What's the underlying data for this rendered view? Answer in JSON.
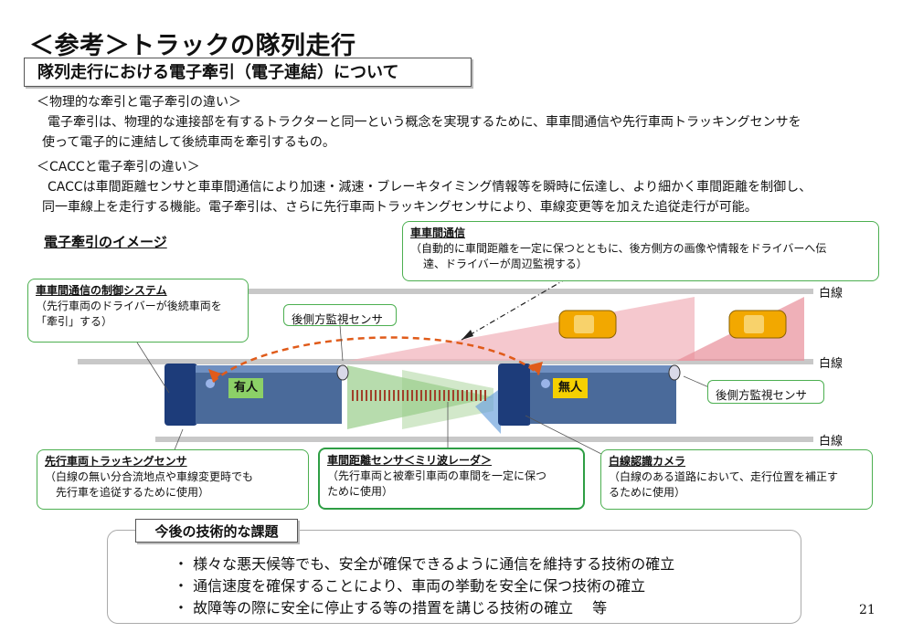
{
  "title": "＜参考＞トラックの隊列走行",
  "subtitle": "隊列走行における電子牽引（電子連結）について",
  "section1": {
    "heading": "＜物理的な牽引と電子牽引の違い＞",
    "line1": "電子牽引は、物理的な連接部を有するトラクターと同一という概念を実現するために、車車間通信や先行車両トラッキングセンサを",
    "line2": "使って電子的に連結して後続車両を牽引するもの。"
  },
  "section2": {
    "heading": "＜CACCと電子牽引の違い＞",
    "line1": "CACCは車間距離センサと車車間通信により加速・減速・ブレーキタイミング情報等を瞬時に伝達し、より細かく車間距離を制御し、",
    "line2": "同一車線上を走行する機能。電子牽引は、さらに先行車両トラッキングセンサにより、車線変更等を加えた追従走行が可能。"
  },
  "diagram": {
    "heading": "電子牽引のイメージ",
    "v2v": {
      "title": "車車間通信",
      "line1": "（自動的に車間距離を一定に保つとともに、後方側方の画像や情報をドライバーへ伝",
      "line2": "達、ドライバーが周辺監視する）"
    },
    "control": {
      "title": "車車間通信の制御システム",
      "line1": "（先行車両のドライバーが後続車両を",
      "line2": "「牽引」する）"
    },
    "rear_sensor_1": "後側方監視センサ",
    "rear_sensor_2": "後側方監視センサ",
    "white_line_1": "白線",
    "white_line_2": "白線",
    "white_line_3": "白線",
    "truck_manned": "有人",
    "truck_unmanned": "無人",
    "tracking": {
      "title": "先行車両トラッキングセンサ",
      "line1": "（白線の無い分合流地点や車線変更時でも",
      "line2": "先行車を追従するために使用）"
    },
    "distance": {
      "title": "車間距離センサ＜ミリ波レーダ＞",
      "line1": "（先行車両と被牽引車両の車間を一定に保つ",
      "line2": "ために使用）"
    },
    "camera": {
      "title": "白線認識カメラ",
      "line1": "（白線のある道路において、走行位置を補正す",
      "line2": "るために使用）"
    }
  },
  "issues": {
    "title": "今後の技術的な課題",
    "items": [
      "・ 様々な悪天候等でも、安全が確保できるように通信を維持する技術の確立",
      "・ 通信速度を確保することにより、車両の挙動を安全に保つ技術の確立",
      "・ 故障等の際に安全に停止する等の措置を講じる技術の確立　 等"
    ]
  },
  "page_number": "21"
}
